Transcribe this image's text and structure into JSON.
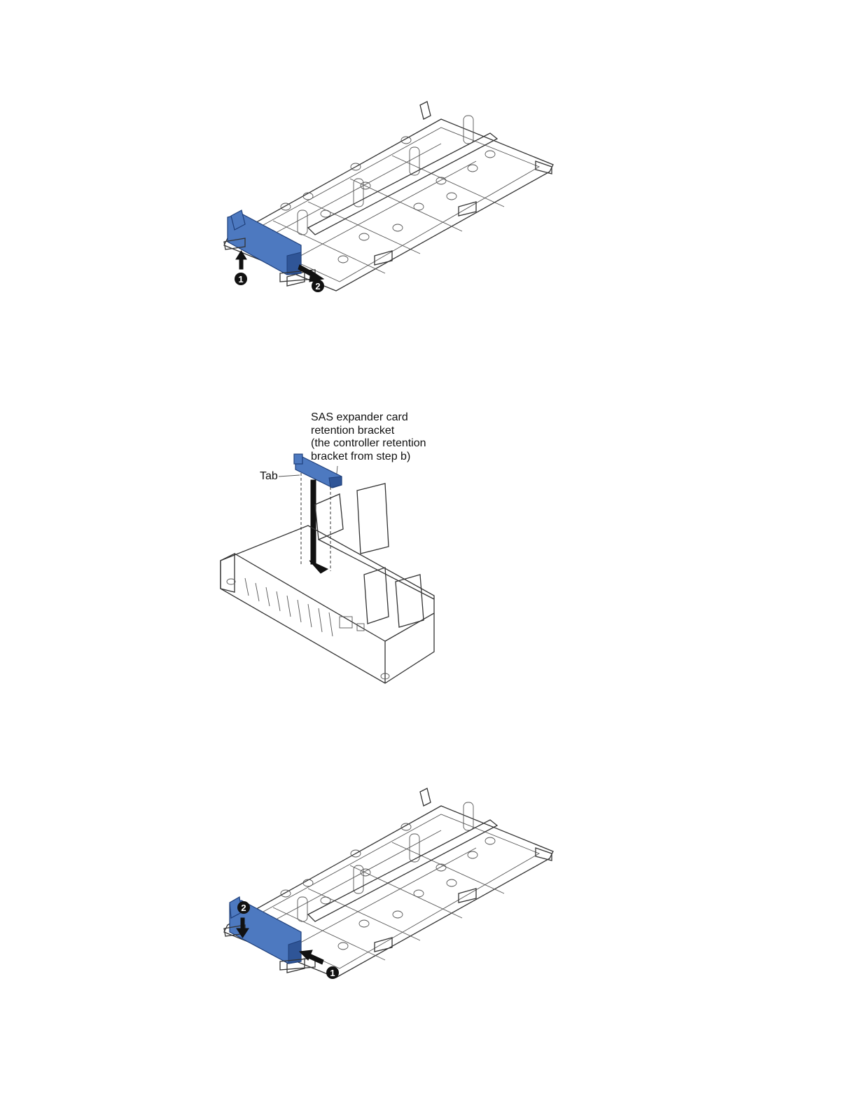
{
  "figure1": {
    "callouts": [
      "1",
      "2"
    ]
  },
  "figure2": {
    "bracket_label": [
      "SAS expander card",
      "retention bracket",
      "(the controller retention",
      "bracket from step b)"
    ],
    "tab_label": "Tab"
  },
  "figure3": {
    "callouts": [
      "2",
      "1"
    ]
  },
  "colors": {
    "bracket": "#4d79c0",
    "line": "#333333",
    "callout_badge": "#111111"
  },
  "icons": [
    "arrow-up-icon",
    "arrow-right-icon",
    "arrow-down-icon",
    "arrow-left-icon"
  ]
}
